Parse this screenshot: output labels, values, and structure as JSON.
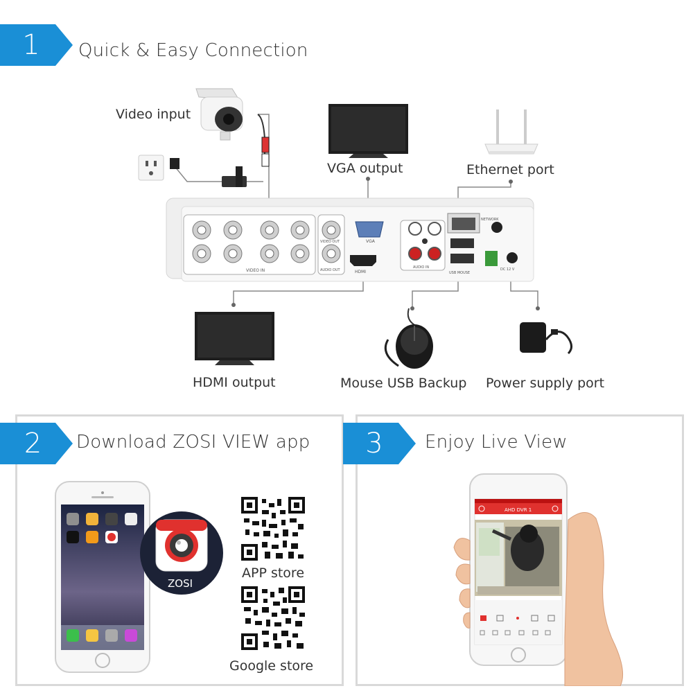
{
  "colors": {
    "accent_blue": "#1a8fd6",
    "panel_border": "#d9d9d9",
    "text": "#333333",
    "dvr_body": "#f1f1f1",
    "zosi_red": "#e0312e"
  },
  "step1": {
    "number": "1",
    "title": "Quick & Easy Connection",
    "labels": {
      "video_input": "Video input",
      "vga_output": "VGA output",
      "ethernet_port": "Ethernet port",
      "hdmi_output": "HDMI output",
      "mouse_usb_backup": "Mouse USB Backup",
      "power_supply_port": "Power supply port"
    },
    "dvr_panel": {
      "video_in": "VIDEO IN",
      "video_out": "VIDEO OUT",
      "audio_out": "AUDIO OUT",
      "vga": "VGA",
      "hdmi": "HDMI",
      "audio_in": "AUDIO IN",
      "usb": "USB MOUSE",
      "network": "NETWORK",
      "dc": "DC 12 V"
    }
  },
  "step2": {
    "number": "2",
    "title": "Download ZOSI VIEW app",
    "app_badge": "ZOSI",
    "qr_labels": {
      "app_store": "APP store",
      "google_store": "Google store"
    }
  },
  "step3": {
    "number": "3",
    "title": "Enjoy Live View",
    "phone_app_title": "AHD DVR 1"
  }
}
